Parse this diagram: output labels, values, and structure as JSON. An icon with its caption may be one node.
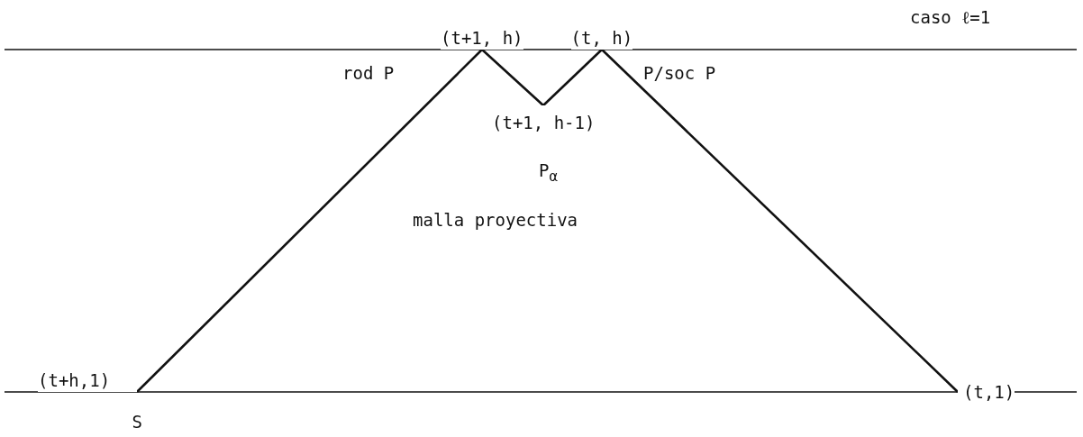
{
  "diagram": {
    "nodes": [
      {
        "text": [
          "(t+1, h)"
        ]
      },
      {
        "text": [
          "(t, h)"
        ]
      },
      {
        "text": [
          "(t+1, h-1)"
        ]
      },
      {
        "text": [
          "(t+h,1)"
        ],
        "beside": [
          "S"
        ]
      },
      {
        "text": [
          "(t,1)"
        ]
      }
    ],
    "edges": [
      {
        "from": 3,
        "to": 0,
        "arrow": "none"
      },
      {
        "from": 0,
        "to": 2,
        "arrow": "none"
      },
      {
        "from": 2,
        "to": 1,
        "arrow": "none"
      },
      {
        "from": 1,
        "to": 4,
        "arrow": "none"
      }
    ],
    "labels": [
      "caso ℓ=1",
      "rod P",
      "P/soc P",
      "P$_{α}$",
      "malla proyectiva"
    ]
  }
}
